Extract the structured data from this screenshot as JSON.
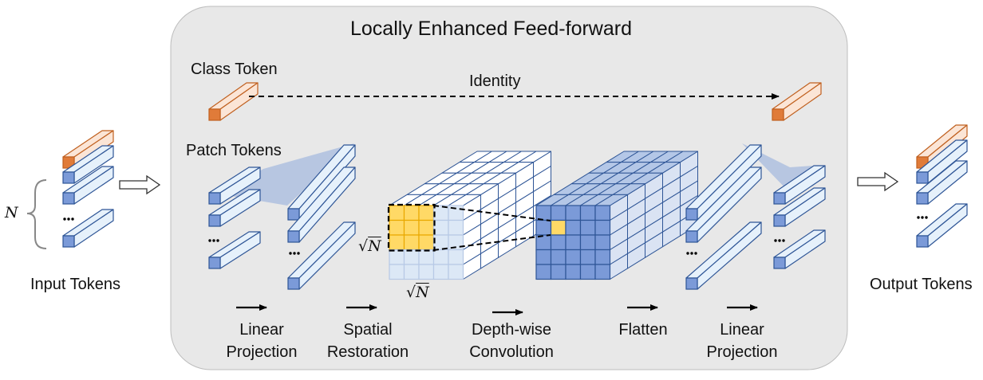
{
  "title": "Locally Enhanced Feed-forward",
  "labels": {
    "input_tokens": "Input Tokens",
    "output_tokens": "Output Tokens",
    "class_token": "Class Token",
    "patch_tokens": "Patch Tokens",
    "identity": "Identity",
    "n": "N",
    "sqrt_n_vertical": "N",
    "sqrt_n_horizontal": "N",
    "ellipsis": "..."
  },
  "steps": [
    {
      "label": "Linear\nProjection"
    },
    {
      "label": "Spatial\nRestoration"
    },
    {
      "label": "Depth-wise\nConvolution"
    },
    {
      "label": "Flatten"
    },
    {
      "label": "Linear\nProjection"
    }
  ],
  "colors": {
    "panel_fill": "#e8e8e8",
    "panel_stroke": "#bdbdbd",
    "class_token": "#f4a582",
    "class_token_dark": "#e07b39",
    "class_token_stroke": "#c0601f",
    "patch_light": "#e6f1fb",
    "patch_dark": "#7b9ad8",
    "patch_stroke": "#2e5596",
    "highlight": "#ffd966",
    "highlight_stroke": "#e8a800"
  }
}
